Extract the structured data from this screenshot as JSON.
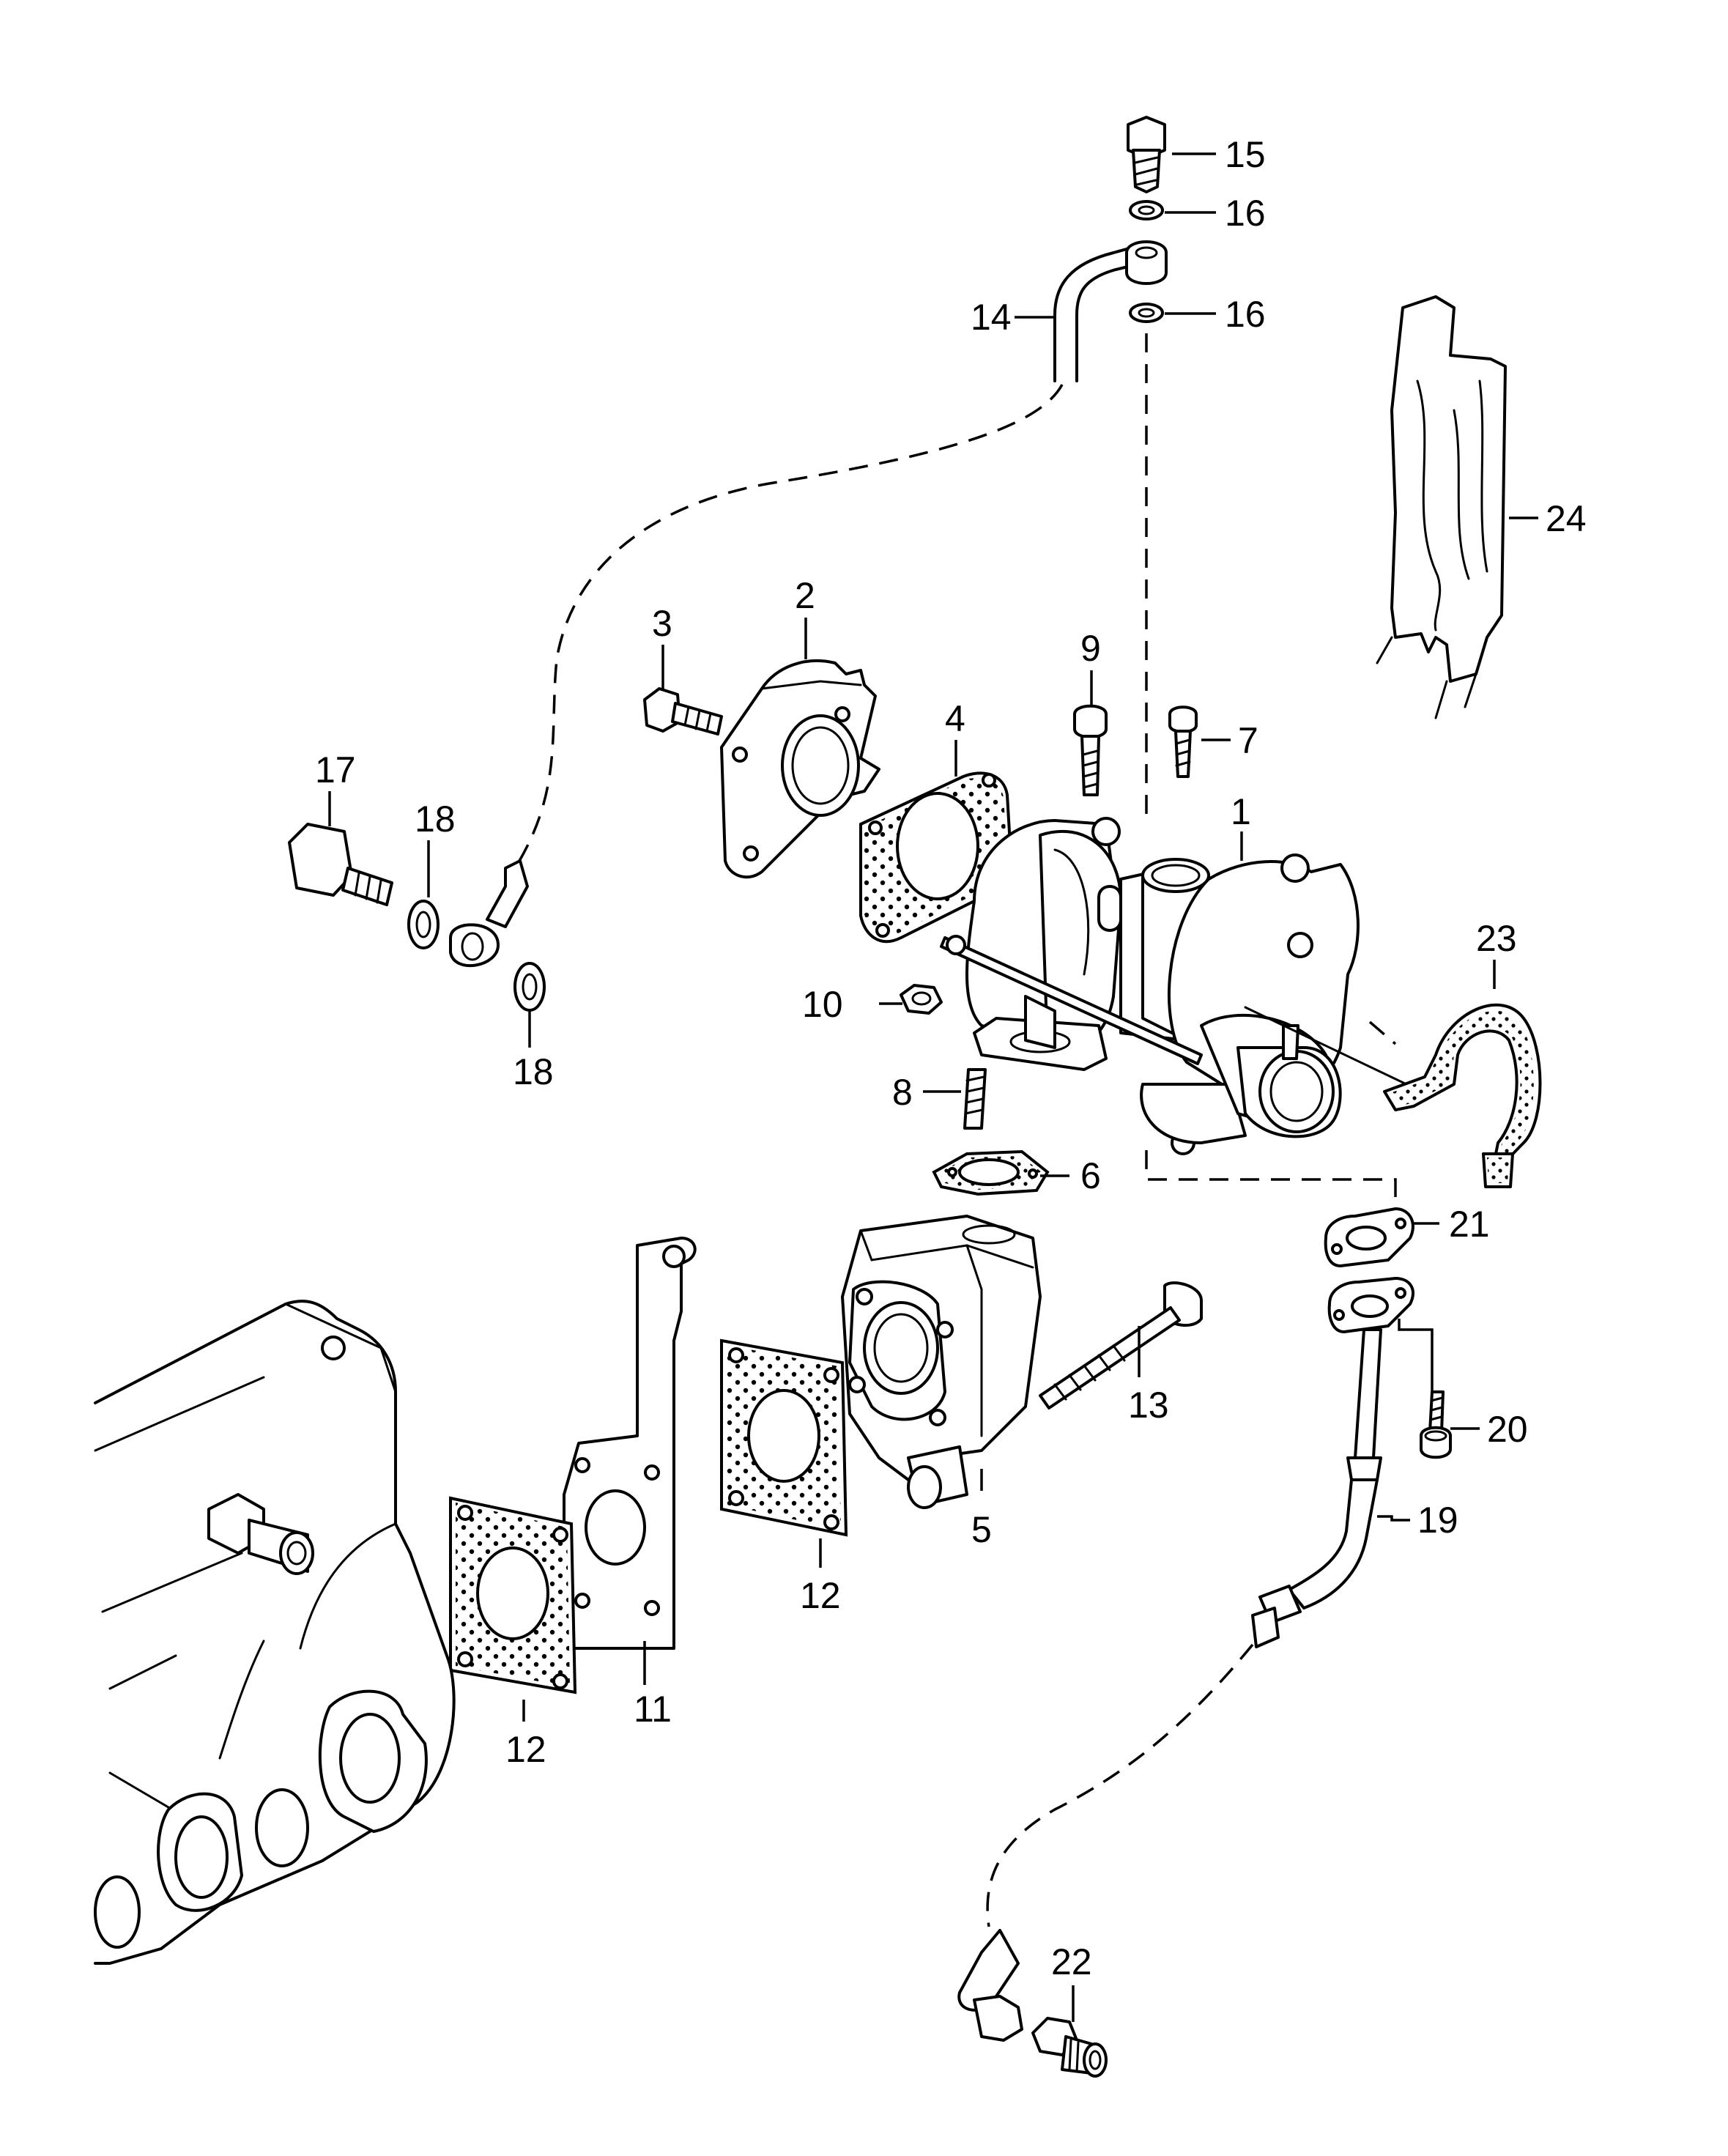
{
  "callouts": [
    "1",
    "2",
    "3",
    "4",
    "5",
    "6",
    "7",
    "8",
    "9",
    "10",
    "11",
    "12",
    "12",
    "13",
    "14",
    "15",
    "16",
    "16",
    "17",
    "18",
    "18",
    "19",
    "20",
    "21",
    "22",
    "23",
    "24"
  ]
}
